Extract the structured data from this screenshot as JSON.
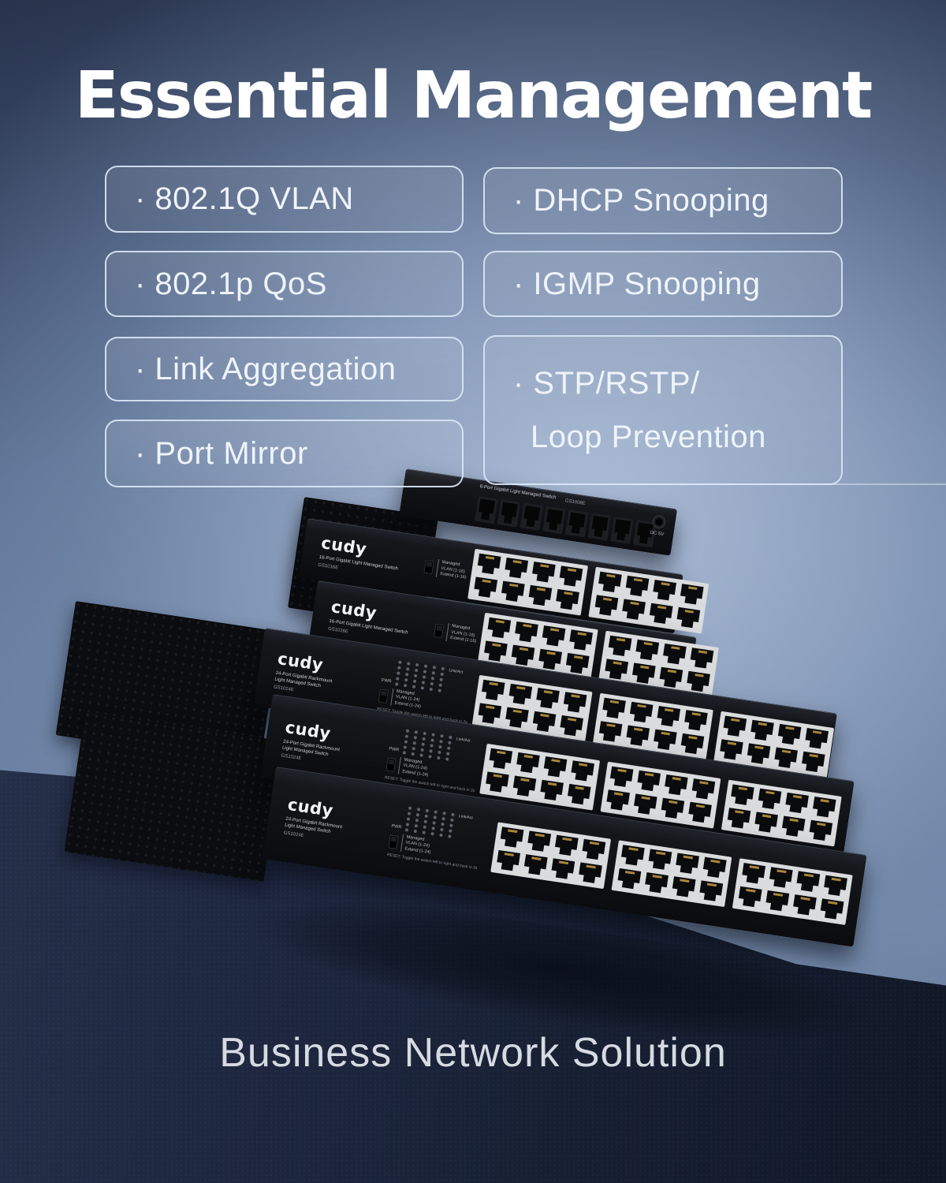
{
  "title": "Essential Management",
  "footer": "Business Network Solution",
  "features": {
    "left": [
      "· 802.1Q VLAN",
      "· 802.1p QoS",
      "· Link Aggregation",
      "· Port Mirror"
    ],
    "right": [
      "· DHCP Snooping",
      "· IGMP Snooping"
    ],
    "stp": {
      "line1": "· STP/RSTP/",
      "line2": "Loop Prevention"
    }
  },
  "brand": "cudy",
  "switches": [
    {
      "type": "desktop8",
      "label": "8-Port Gigabit Light Managed Switch",
      "model": "GS1008E",
      "ports": 8,
      "power_label": "DC 5V"
    },
    {
      "type": "desktop16",
      "label": "16-Port Gigabit Light Managed Switch",
      "model": "GS1016E",
      "ports": 16,
      "mode_labels": [
        "Managed",
        "VLAN (1-16)",
        "Extend (1-16)"
      ]
    },
    {
      "type": "desktop16",
      "label": "16-Port Gigabit Light Managed Switch",
      "model": "GS1016E",
      "ports": 16,
      "mode_labels": [
        "Managed",
        "VLAN (1-16)",
        "Extend (1-16)"
      ]
    },
    {
      "type": "rack24",
      "label_lines": [
        "24-Port Gigabit Rackmount",
        "Light Managed Switch"
      ],
      "model": "GS1024E",
      "ports": 24,
      "led_labels": [
        "PWR",
        "Link/Act"
      ],
      "mode_labels": [
        "Managed",
        "VLAN (1-24)",
        "Extend (1-24)"
      ],
      "reset_note": "RESET: Toggle the switch left to right and back in 2s"
    },
    {
      "type": "rack24",
      "label_lines": [
        "24-Port Gigabit Rackmount",
        "Light Managed Switch"
      ],
      "model": "GS1024E",
      "ports": 24,
      "led_labels": [
        "PWR",
        "Link/Act"
      ],
      "mode_labels": [
        "Managed",
        "VLAN (1-24)",
        "Extend (1-24)"
      ],
      "reset_note": "RESET: Toggle the switch left to right and back in 2s"
    },
    {
      "type": "rack24",
      "label_lines": [
        "24-Port Gigabit Rackmount",
        "Light Managed Switch"
      ],
      "model": "GS1024E",
      "ports": 24,
      "led_labels": [
        "PWR",
        "Link/Act"
      ],
      "mode_labels": [
        "Managed",
        "VLAN (1-24)",
        "Extend (1-24)"
      ],
      "reset_note": "RESET: Toggle the switch left to right and back in 2s"
    }
  ],
  "colors": {
    "background_light": "#a9bcd8",
    "background_dark": "#33415e",
    "ledge_navy": "#1b2338",
    "feature_box_border": "#d8e6f5",
    "headline_text": "#ffffff",
    "footer_text": "#d6dae1",
    "chassis_black": "#121317",
    "port_faceplate_silver": "#d9dbdd",
    "port_pins_gold": "#a9863c"
  }
}
